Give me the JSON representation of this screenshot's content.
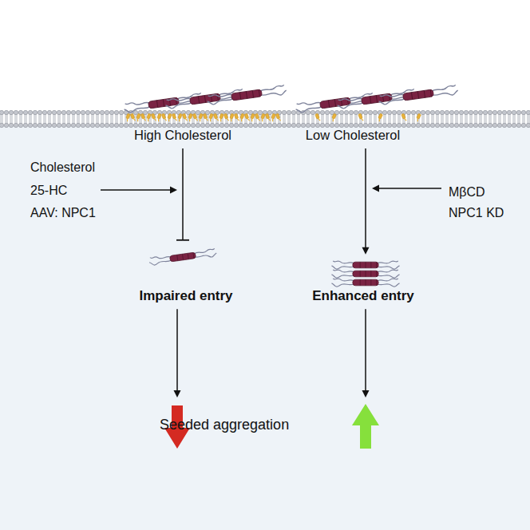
{
  "diagram": {
    "nodes": [
      {
        "text": [
          "High Cholesterol"
        ]
      },
      {
        "text": [
          "Low Cholesterol"
        ]
      },
      {
        "text": [
          "Impaired entry"
        ]
      },
      {
        "text": [
          "Enhanced entry"
        ]
      },
      {
        "text": [
          "Seeded aggregation"
        ]
      }
    ],
    "edges": [
      {
        "from": 0,
        "to": 2,
        "arrow": "to"
      },
      {
        "from": 1,
        "to": 3,
        "arrow": "to"
      },
      {
        "from": 2,
        "to": 4,
        "arrow": "to"
      },
      {
        "from": 3,
        "to": 4,
        "arrow": "to"
      }
    ],
    "labels": [
      "Cholesterol",
      "25-HC",
      "AAV: NPC1",
      "MβCD",
      "NPC1 KD"
    ]
  }
}
